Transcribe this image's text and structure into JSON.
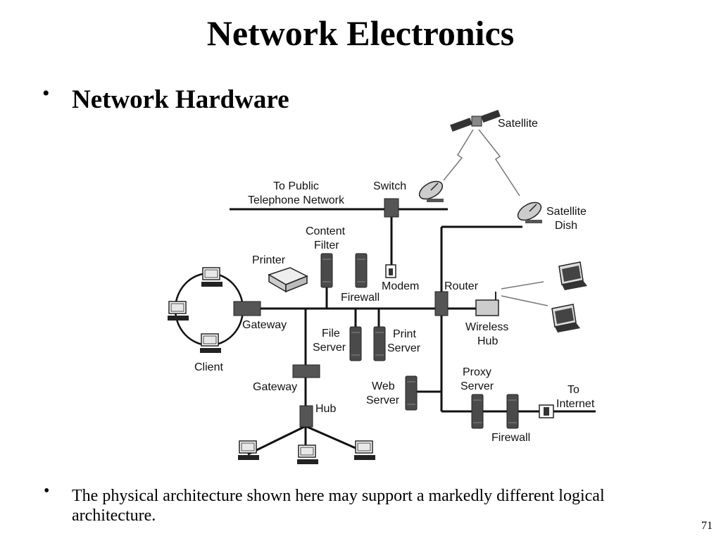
{
  "title": "Network Electronics",
  "bullet_glyph": "•",
  "heading": "Network Hardware",
  "note": "The physical architecture shown here may support a markedly different logical architecture.",
  "page_number": "71",
  "diagram": {
    "labels": {
      "satellite": "Satellite",
      "satellite_dish_1": "Satellite",
      "satellite_dish_2": "Dish",
      "to_public_1": "To Public",
      "to_public_2": "Telephone Network",
      "switch": "Switch",
      "content_filter_1": "Content",
      "content_filter_2": "Filter",
      "printer": "Printer",
      "firewall_top": "Firewall",
      "modem": "Modem",
      "router": "Router",
      "gateway_left": "Gateway",
      "file_server_1": "File",
      "file_server_2": "Server",
      "print_server_1": "Print",
      "print_server_2": "Server",
      "wireless_hub_1": "Wireless",
      "wireless_hub_2": "Hub",
      "client": "Client",
      "gateway_bottom": "Gateway",
      "web_server_1": "Web",
      "web_server_2": "Server",
      "proxy_server_1": "Proxy",
      "proxy_server_2": "Server",
      "to_internet_1": "To",
      "to_internet_2": "Internet",
      "hub": "Hub",
      "firewall_bottom": "Firewall"
    }
  }
}
